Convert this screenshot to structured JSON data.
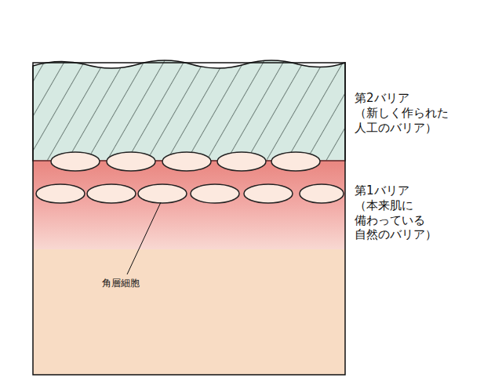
{
  "diagram": {
    "labels": [
      "第2バリア （新しく作られた 人工のバリア）",
      "第1バリア （本来肌に 備わっている 自然のバリア）",
      "角層細胞"
    ]
  }
}
